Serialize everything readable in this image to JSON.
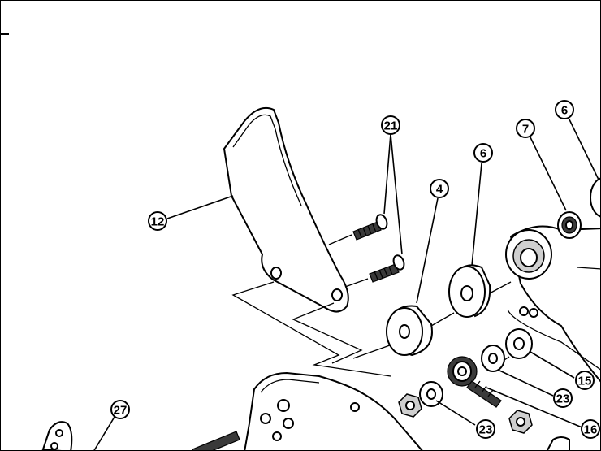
{
  "callouts": {
    "c21": "21",
    "c12": "12",
    "c4": "4",
    "c6a": "6",
    "c7": "7",
    "c6b": "6",
    "c15": "15",
    "c23a": "23",
    "c23b": "23",
    "c16": "16",
    "c27": "27"
  },
  "colors": {
    "line": "#000000",
    "background": "#ffffff",
    "shade": "#cfcfcf"
  }
}
